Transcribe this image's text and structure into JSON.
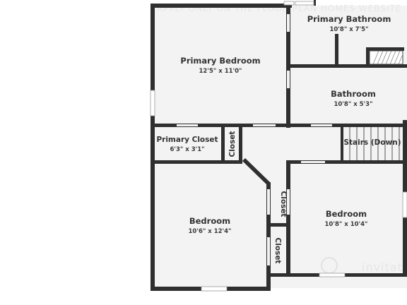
{
  "watermark": {
    "top_text": "APPLY ONLY ON THE FLOOR PLAN HOMES WEBSITE",
    "brand_text": "invitati"
  },
  "rooms": {
    "primary_bedroom": {
      "name": "Primary Bedroom",
      "dims": "12'5\" x 11'0\""
    },
    "primary_bathroom": {
      "name": "Primary Bathroom",
      "dims": "10'8\" x 7'5\""
    },
    "bathroom": {
      "name": "Bathroom",
      "dims": "10'8\" x 5'3\""
    },
    "primary_closet": {
      "name": "Primary Closet",
      "dims": "6'3\" x 3'1\""
    },
    "closet_1": {
      "name": "Closet"
    },
    "stairs": {
      "name": "Stairs (Down)"
    },
    "bedroom_left": {
      "name": "Bedroom",
      "dims": "10'6\" x 12'4\""
    },
    "bedroom_right": {
      "name": "Bedroom",
      "dims": "10'8\" x 10'4\""
    },
    "closet_2": {
      "name": "Closet"
    },
    "closet_3": {
      "name": "Closet"
    }
  }
}
